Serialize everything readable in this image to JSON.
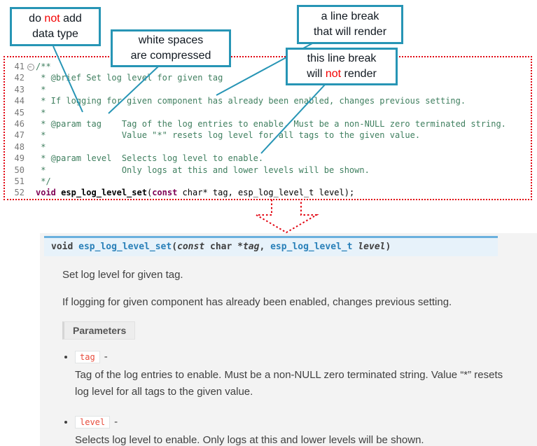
{
  "callouts": {
    "datatype": {
      "pre": "do ",
      "em": "not",
      "post": " add",
      "line2": "data type"
    },
    "whitespace": {
      "line1": "white spaces",
      "line2": "are compressed"
    },
    "break_render": {
      "line1": "a line break",
      "line2": "that will render"
    },
    "break_norender": {
      "line1": "this line break",
      "pre": "will ",
      "em": "not",
      "post": " render"
    }
  },
  "code": {
    "lines": [
      {
        "num": "41",
        "text": "/**"
      },
      {
        "num": "42",
        "text": " * @brief Set log level for given tag"
      },
      {
        "num": "43",
        "text": " *"
      },
      {
        "num": "44",
        "text": " * If logging for given component has already been enabled, changes previous setting."
      },
      {
        "num": "45",
        "text": " *"
      },
      {
        "num": "46",
        "text": " * @param tag    Tag of the log entries to enable. Must be a non-NULL zero terminated string."
      },
      {
        "num": "47",
        "text": " *               Value \"*\" resets log level for all tags to the given value."
      },
      {
        "num": "48",
        "text": " *"
      },
      {
        "num": "49",
        "text": " * @param level  Selects log level to enable."
      },
      {
        "num": "50",
        "text": " *               Only logs at this and lower levels will be shown."
      },
      {
        "num": "51",
        "text": " */"
      }
    ],
    "line52": {
      "num": "52",
      "kw1": "void",
      "sp1": " ",
      "name": "esp_log_level_set",
      "p1": "(",
      "kw2": "const",
      "rest": " char* tag, esp_log_level_t level);"
    }
  },
  "docs": {
    "signature": {
      "ret": "void",
      "sp": " ",
      "name": "esp_log_level_set",
      "open": "(",
      "const": "const",
      "char": " char *",
      "arg1": "tag",
      "comma": ", ",
      "type2": "esp_log_level_t",
      "sp2": " ",
      "arg2": "level",
      "close": ")"
    },
    "para1": "Set log level for given tag.",
    "para2": "If logging for given component has already been enabled, changes previous setting.",
    "params_label": "Parameters",
    "items": [
      {
        "name": "tag",
        "dash": "-",
        "desc": "Tag of the log entries to enable. Must be a non-NULL zero terminated string. Value “*” resets log level for all tags to the given value."
      },
      {
        "name": "level",
        "dash": "-",
        "desc": "Selects log level to enable. Only logs at this and lower levels will be shown."
      }
    ]
  },
  "colors": {
    "callout_border": "#2795b5",
    "red_accent": "#e20613",
    "comment_green": "#3F7F5F",
    "keyword_purple": "#7f0055",
    "doc_link_blue": "#2980b9",
    "sig_background": "#e7f2fa"
  }
}
